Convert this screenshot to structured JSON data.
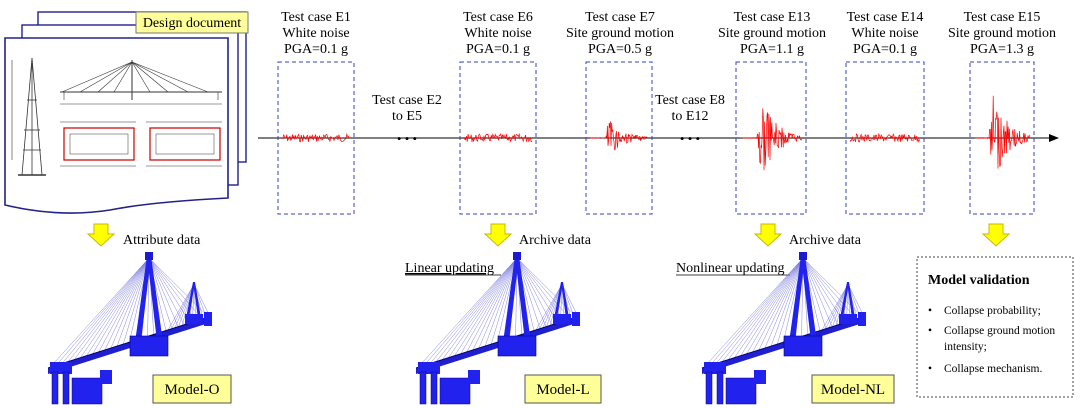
{
  "design_document": {
    "title": "Design document"
  },
  "test_cases": [
    {
      "id": "E1",
      "lines": [
        "Test case E1",
        "White noise",
        "PGA=0.1 g"
      ],
      "signal": "white-noise",
      "pga": 0.1
    },
    {
      "id": "E6",
      "lines": [
        "Test case E6",
        "White noise",
        "PGA=0.1 g"
      ],
      "signal": "white-noise",
      "pga": 0.1
    },
    {
      "id": "E7",
      "lines": [
        "Test case E7",
        "Site ground motion",
        "PGA=0.5 g"
      ],
      "signal": "ground-motion",
      "pga": 0.5
    },
    {
      "id": "E13",
      "lines": [
        "Test case E13",
        "Site ground motion",
        "PGA=1.1 g"
      ],
      "signal": "ground-motion",
      "pga": 1.1
    },
    {
      "id": "E14",
      "lines": [
        "Test case E14",
        "White noise",
        "PGA=0.1 g"
      ],
      "signal": "white-noise",
      "pga": 0.1
    },
    {
      "id": "E15",
      "lines": [
        "Test case E15",
        "Site ground motion",
        "PGA=1.3 g"
      ],
      "signal": "ground-motion",
      "pga": 1.3
    }
  ],
  "gaps": [
    {
      "lines": [
        "Test case E2",
        "to E5"
      ],
      "ellipsis": "• • •"
    },
    {
      "lines": [
        "Test case E8",
        "to E12"
      ],
      "ellipsis": "• • •"
    }
  ],
  "arrows": [
    {
      "label": "Attribute data"
    },
    {
      "label": "Archive data"
    },
    {
      "label": "Archive data"
    }
  ],
  "updating": [
    {
      "label": "Linear updating"
    },
    {
      "label": "Nonlinear updating"
    }
  ],
  "models": [
    {
      "label": "Model-O"
    },
    {
      "label": "Model-L"
    },
    {
      "label": "Model-NL"
    }
  ],
  "validation": {
    "title": "Model validation",
    "items": [
      "Collapse probability;",
      "Collapse ground motion intensity;",
      "Collapse mechanism."
    ]
  },
  "colors": {
    "signal": "#ff0000",
    "bridge": "#2222ee",
    "dashed_box": "#3344bb",
    "arrow_fill": "#ffff00",
    "arrow_stroke": "#c9b800",
    "label_fill": "#ffff99",
    "doc_border": "#22228a"
  }
}
